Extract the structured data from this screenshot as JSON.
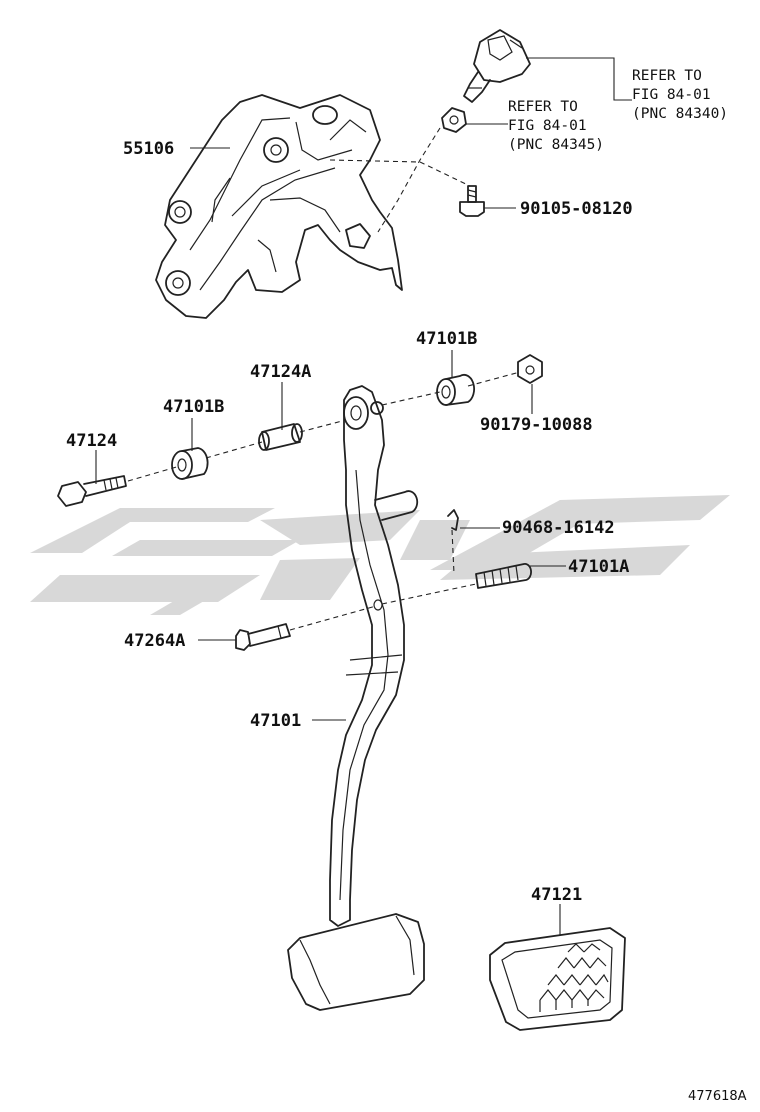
{
  "labels": {
    "p55106": "55106",
    "p90105": "90105-08120",
    "p47101B_top": "47101B",
    "p90179": "90179-10088",
    "p47124A": "47124A",
    "p47101B_left": "47101B",
    "p47124": "47124",
    "p90468": "90468-16142",
    "p47101A": "47101A",
    "p47264A": "47264A",
    "p47101": "47101",
    "p47121": "47121"
  },
  "refs": {
    "ref1": [
      "REFER TO",
      "FIG 84-01",
      "(PNC 84340)"
    ],
    "ref2": [
      "REFER TO",
      "FIG 84-01",
      "(PNC 84345)"
    ]
  },
  "figure_number": "477618A",
  "colors": {
    "line": "#222222",
    "watermark": "#d8d8d8"
  }
}
